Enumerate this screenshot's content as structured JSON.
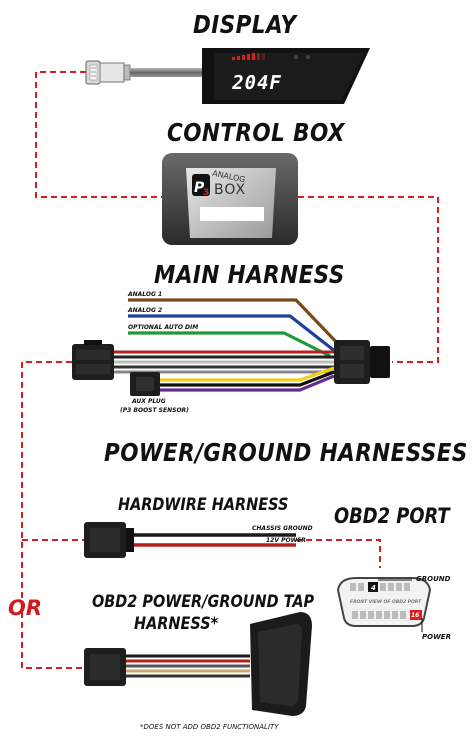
{
  "titles": {
    "display": "DISPLAY",
    "control_box": "CONTROL BOX",
    "main_harness": "MAIN HARNESS",
    "power_ground": "POWER/GROUND HARNESSES",
    "hardwire": "HARDWIRE HARNESS",
    "obd2_port": "OBD2 PORT",
    "obd2_tap_line1": "OBD2 POWER/GROUND TAP",
    "obd2_tap_line2": "HARNESS*"
  },
  "display": {
    "temperature": "204F"
  },
  "control_box": {
    "logo": "P3",
    "label_line1": "ANALOG",
    "label_line2": "BOX"
  },
  "wires": {
    "analog1": "ANALOG 1",
    "analog2": "ANALOG 2",
    "auto_dim": "OPTIONAL AUTO DIM",
    "aux_plug_line1": "AUX PLUG",
    "aux_plug_line2": "(P3 BOOST SENSOR)",
    "chassis_ground": "CHASSIS GROUND",
    "power_12v": "12V POWER"
  },
  "obd2": {
    "ground": "GROUND",
    "power": "POWER",
    "pin_ground": "4",
    "pin_power": "16",
    "front_view": "FRONT VIEW OF OBD2 PORT"
  },
  "or_label": "OR",
  "footnote": "*DOES NOT ADD OBD2 FUNCTIONALITY",
  "colors": {
    "dash": "#d61f1f",
    "analog1": "#7a4a1c",
    "analog2": "#1f3f9e",
    "auto_dim": "#1e9a3a",
    "aux_yellow": "#f0cf1a",
    "aux_purple": "#6a2a8c",
    "power_red": "#b3201e"
  }
}
